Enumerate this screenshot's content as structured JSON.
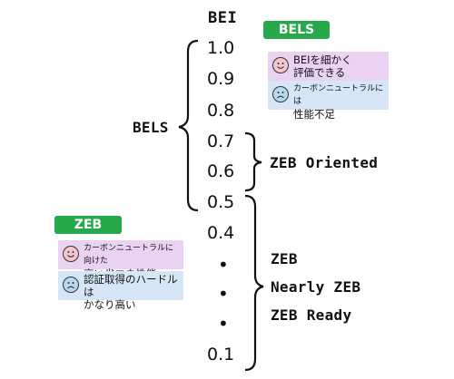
{
  "scale": {
    "title": "BEI",
    "ticks": [
      "1.0",
      "0.9",
      "0.8",
      "0.7",
      "0.6",
      "0.5",
      "0.4",
      "•",
      "•",
      "•",
      "0.1"
    ]
  },
  "labels": {
    "bels": "BELS",
    "zeb_oriented": "ZEB Oriented",
    "zeb": "ZEB",
    "nearly_zeb": "Nearly ZEB",
    "zeb_ready": "ZEB Ready"
  },
  "bels_box": {
    "tag": "BELS",
    "pro": [
      "BEIを細かく",
      "評価できる"
    ],
    "con": [
      "カーボンニュートラルには",
      "性能不足"
    ]
  },
  "zeb_box": {
    "tag": "ZEB",
    "pro": [
      "カーボンニュートラルに向けた",
      "高い省エネ性能"
    ],
    "con": [
      "認証取得のハードルは",
      "かなり高い"
    ]
  },
  "colors": {
    "tag_green": "#27a84a",
    "pro_bg": "#ead2f2",
    "con_bg": "#d6e6f6",
    "bracket": "#111111"
  }
}
